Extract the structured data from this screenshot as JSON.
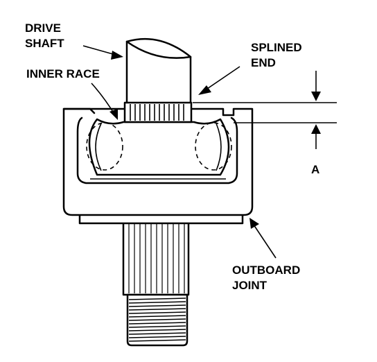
{
  "labels": {
    "drive_shaft_line1": "DRIVE",
    "drive_shaft_line2": "SHAFT",
    "splined_end_line1": "SPLINED",
    "splined_end_line2": "END",
    "inner_race": "INNER RACE",
    "dimension": "A",
    "outboard_joint_line1": "OUTBOARD",
    "outboard_joint_line2": "JOINT"
  },
  "colors": {
    "ink": "#000000",
    "paper": "#ffffff"
  }
}
